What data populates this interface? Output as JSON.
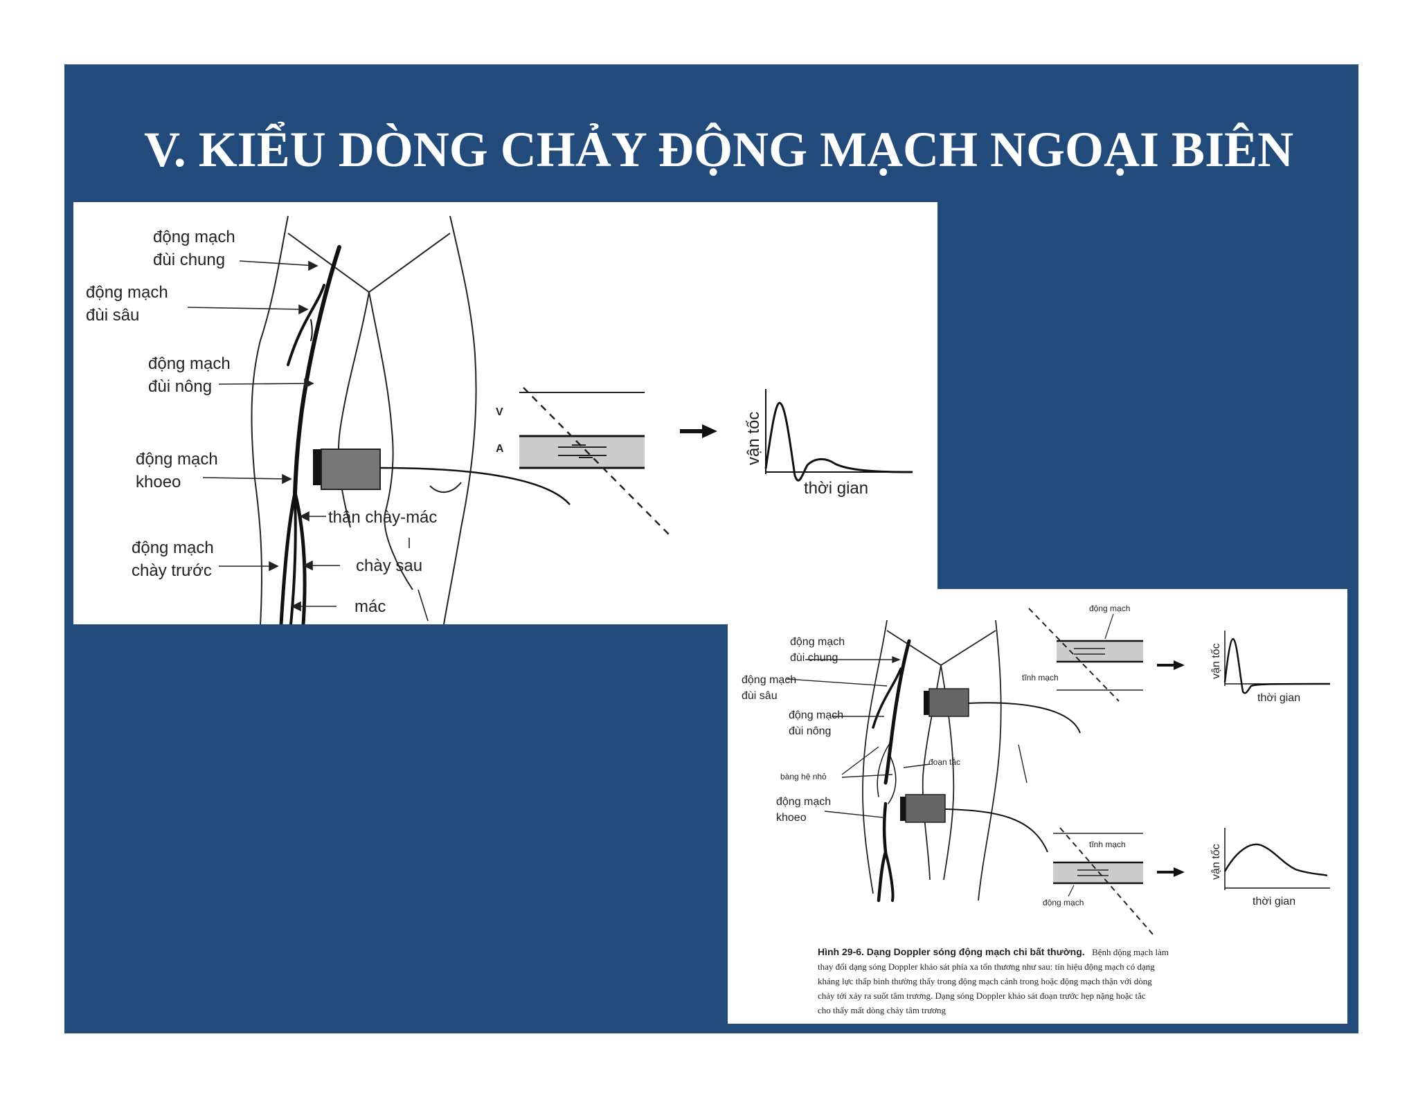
{
  "slide": {
    "title": "V. KIỂU DÒNG CHẢY ĐỘNG MẠCH NGOẠI BIÊN",
    "background": "#224b7b",
    "title_color": "#ffffff"
  },
  "figure_normal": {
    "labels": {
      "common_femoral_1": "động mạch",
      "common_femoral_2": "đùi chung",
      "deep_femoral_1": "động mạch",
      "deep_femoral_2": "đùi sâu",
      "superficial_femoral_1": "động mạch",
      "superficial_femoral_2": "đùi nông",
      "popliteal_1": "động mạch",
      "popliteal_2": "khoeo",
      "tibioperoneal_trunk": "thân chày-mác",
      "anterior_tibial_1": "động mạch",
      "anterior_tibial_2": "chày trước",
      "posterior_tibial": "chày sau",
      "peroneal": "mác",
      "vein_marker": "V",
      "artery_marker": "A",
      "velocity_axis": "vận tốc",
      "time_axis": "thời gian"
    }
  },
  "figure_abnormal": {
    "labels": {
      "common_femoral_1": "động mạch",
      "common_femoral_2": "đùi chung",
      "deep_femoral_1": "động mạch",
      "deep_femoral_2": "đùi sâu",
      "superficial_femoral_1": "động mạch",
      "superficial_femoral_2": "đùi nông",
      "collaterals": "bàng hệ nhỏ",
      "occlusion": "đoạn tắc",
      "popliteal_1": "động mạch",
      "popliteal_2": "khoeo",
      "top_artery": "động mạch",
      "top_vein": "tĩnh mạch",
      "bottom_vein": "tĩnh mạch",
      "bottom_artery": "động mạch",
      "velocity_axis_top": "vận tốc",
      "time_axis_top": "thời gian",
      "velocity_axis_bottom": "vận tốc",
      "time_axis_bottom": "thời gian"
    },
    "caption": {
      "heading": "Hình 29-6.  Dạng Doppler sóng động mạch chi bất thường.",
      "line1": "Bệnh động mạch làm",
      "line2": "thay đổi dạng sóng Doppler khảo sát phía xa tổn thương như sau: tín hiệu động mạch có dạng",
      "line3": "kháng lực thấp bình thường thấy trong động mạch cảnh trong hoặc động mạch thận với dòng",
      "line4": "chảy tới xảy ra suốt tâm trương.  Dạng sóng Doppler khảo sát đoạn trước hẹp nặng hoặc tắc",
      "line5": "cho thấy mất dòng chảy tâm trương"
    }
  }
}
